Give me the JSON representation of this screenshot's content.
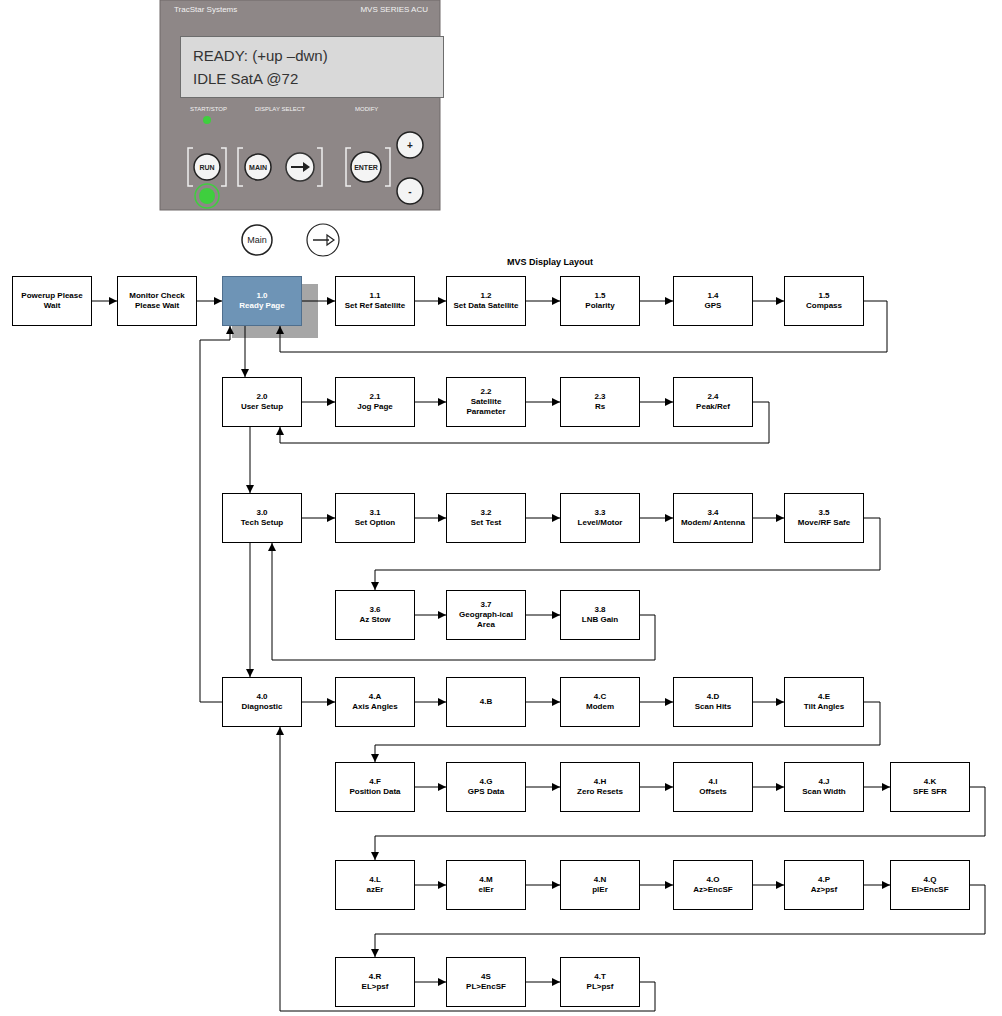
{
  "diagram": {
    "title": "MVS Display Layout",
    "nodes": [
      {
        "text": [
          "TracStar Systems",
          "MVS SERIES ACU",
          "START/STOP",
          "DISPLAY SELECT",
          "MODIFY"
        ]
      },
      {
        "text": [
          "READY: (+up –dwn)",
          "IDLE SatA @72"
        ],
        "in": 0
      },
      {
        "text": [
          "RUN"
        ],
        "in": 0
      },
      {
        "text": [
          "MAIN"
        ],
        "in": 0
      },
      {
        "text": [
          "ENTER"
        ],
        "in": 0
      },
      {
        "text": [
          "+"
        ],
        "in": 0
      },
      {
        "text": [
          "-"
        ],
        "in": 0
      },
      {
        "text": [
          "Main"
        ]
      },
      {
        "text": [
          "Powerup Please Wait"
        ]
      },
      {
        "text": [
          "Monitor Check Please Wait"
        ]
      },
      {
        "text": [
          "1.0",
          "Ready Page"
        ]
      },
      {
        "text": [
          "1.1",
          "Set Ref Satellite"
        ]
      },
      {
        "text": [
          "1.2",
          "Set Data Satellite"
        ]
      },
      {
        "text": [
          "1.5",
          "Polarity"
        ]
      },
      {
        "text": [
          "1.4",
          "GPS"
        ]
      },
      {
        "text": [
          "1.5",
          "Compass"
        ]
      },
      {
        "text": [
          "2.0",
          "User Setup"
        ]
      },
      {
        "text": [
          "2.1",
          "Jog Page"
        ]
      },
      {
        "text": [
          "2.2",
          "Satellite Parameter"
        ]
      },
      {
        "text": [
          "2.3",
          "Rs"
        ]
      },
      {
        "text": [
          "2.4",
          "Peak/Ref"
        ]
      },
      {
        "text": [
          "3.0",
          "Tech Setup"
        ]
      },
      {
        "text": [
          "3.1",
          "Set Option"
        ]
      },
      {
        "text": [
          "3.2",
          "Set Test"
        ]
      },
      {
        "text": [
          "3.3",
          "Level/Motor"
        ]
      },
      {
        "text": [
          "3.4",
          "Modem/ Antenna"
        ]
      },
      {
        "text": [
          "3.5",
          "Move/RF Safe"
        ]
      },
      {
        "text": [
          "3.6",
          "Az Stow"
        ]
      },
      {
        "text": [
          "3.7",
          "Geograph-ical Area"
        ]
      },
      {
        "text": [
          "3.8",
          "LNB Gain"
        ]
      },
      {
        "text": [
          "4.0",
          "Diagnostic"
        ]
      },
      {
        "text": [
          "4.A",
          "Axis Angles"
        ]
      },
      {
        "text": [
          "4.B"
        ]
      },
      {
        "text": [
          "4.C",
          "Modem"
        ]
      },
      {
        "text": [
          "4.D",
          "Scan Hits"
        ]
      },
      {
        "text": [
          "4.E",
          "Tilt Angles"
        ]
      },
      {
        "text": [
          "4.F",
          "Position Data"
        ]
      },
      {
        "text": [
          "4.G",
          "GPS Data"
        ]
      },
      {
        "text": [
          "4.H",
          "Zero Resets"
        ]
      },
      {
        "text": [
          "4.I",
          "Offsets"
        ]
      },
      {
        "text": [
          "4.J",
          "Scan Width"
        ]
      },
      {
        "text": [
          "4.K",
          "SFE SFR"
        ]
      },
      {
        "text": [
          "4.L",
          "azEr"
        ]
      },
      {
        "text": [
          "4.M",
          "elEr"
        ]
      },
      {
        "text": [
          "4.N",
          "plEr"
        ]
      },
      {
        "text": [
          "4.O",
          "Az>EncSF"
        ]
      },
      {
        "text": [
          "4.P",
          "Az>psf"
        ]
      },
      {
        "text": [
          "4.Q",
          "El>EncSF"
        ]
      },
      {
        "text": [
          "4.R",
          "EL>psf"
        ]
      },
      {
        "text": [
          "4S",
          "PL>EncSF"
        ]
      },
      {
        "text": [
          "4.T",
          "PL>psf"
        ]
      }
    ],
    "edges": [
      {
        "from": 8,
        "to": 9,
        "arrow": "to"
      },
      {
        "from": 9,
        "to": 10,
        "arrow": "to"
      },
      {
        "from": 10,
        "to": 11,
        "arrow": "to"
      },
      {
        "from": 11,
        "to": 12,
        "arrow": "to"
      },
      {
        "from": 12,
        "to": 13,
        "arrow": "to"
      },
      {
        "from": 13,
        "to": 14,
        "arrow": "to"
      },
      {
        "from": 14,
        "to": 15,
        "arrow": "to"
      },
      {
        "from": 15,
        "to": 10,
        "arrow": "to"
      },
      {
        "from": 10,
        "to": 16,
        "arrow": "to"
      },
      {
        "from": 30,
        "to": 10,
        "arrow": "to"
      },
      {
        "from": 16,
        "to": 17,
        "arrow": "to"
      },
      {
        "from": 17,
        "to": 18,
        "arrow": "to"
      },
      {
        "from": 18,
        "to": 19,
        "arrow": "to"
      },
      {
        "from": 19,
        "to": 20,
        "arrow": "to"
      },
      {
        "from": 20,
        "to": 16,
        "arrow": "to"
      },
      {
        "from": 16,
        "to": 21,
        "arrow": "to"
      },
      {
        "from": 21,
        "to": 22,
        "arrow": "to"
      },
      {
        "from": 22,
        "to": 23,
        "arrow": "to"
      },
      {
        "from": 23,
        "to": 24,
        "arrow": "to"
      },
      {
        "from": 24,
        "to": 25,
        "arrow": "to"
      },
      {
        "from": 25,
        "to": 26,
        "arrow": "to"
      },
      {
        "from": 26,
        "to": 27,
        "arrow": "to"
      },
      {
        "from": 27,
        "to": 28,
        "arrow": "to"
      },
      {
        "from": 28,
        "to": 29,
        "arrow": "to"
      },
      {
        "from": 29,
        "to": 21,
        "arrow": "to"
      },
      {
        "from": 21,
        "to": 30,
        "arrow": "to"
      },
      {
        "from": 30,
        "to": 31,
        "arrow": "to"
      },
      {
        "from": 31,
        "to": 32,
        "arrow": "to"
      },
      {
        "from": 32,
        "to": 33,
        "arrow": "to"
      },
      {
        "from": 33,
        "to": 34,
        "arrow": "to"
      },
      {
        "from": 34,
        "to": 35,
        "arrow": "to"
      },
      {
        "from": 35,
        "to": 36,
        "arrow": "to"
      },
      {
        "from": 36,
        "to": 37,
        "arrow": "to"
      },
      {
        "from": 37,
        "to": 38,
        "arrow": "to"
      },
      {
        "from": 38,
        "to": 39,
        "arrow": "to"
      },
      {
        "from": 39,
        "to": 40,
        "arrow": "to"
      },
      {
        "from": 40,
        "to": 41,
        "arrow": "to"
      },
      {
        "from": 41,
        "to": 42,
        "arrow": "to"
      },
      {
        "from": 42,
        "to": 43,
        "arrow": "to"
      },
      {
        "from": 43,
        "to": 44,
        "arrow": "to"
      },
      {
        "from": 44,
        "to": 45,
        "arrow": "to"
      },
      {
        "from": 45,
        "to": 46,
        "arrow": "to"
      },
      {
        "from": 46,
        "to": 47,
        "arrow": "to"
      },
      {
        "from": 47,
        "to": 48,
        "arrow": "to"
      },
      {
        "from": 48,
        "to": 49,
        "arrow": "to"
      },
      {
        "from": 49,
        "to": 50,
        "arrow": "to"
      },
      {
        "from": 50,
        "to": 30,
        "arrow": "to"
      }
    ]
  }
}
